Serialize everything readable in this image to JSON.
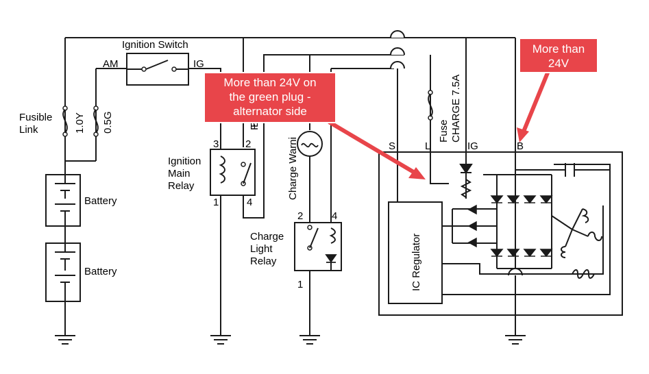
{
  "labels": {
    "ignition_switch": "Ignition Switch",
    "am": "AM",
    "ig_switch": "IG",
    "fusible_link_1": "Fusible",
    "fusible_link_2": "Link",
    "fuse_1_0y": "1.0Y",
    "fuse_0_5g": "0.5G",
    "battery_top": "Battery",
    "battery_bottom": "Battery",
    "ignition_main_relay_1": "Ignition",
    "ignition_main_relay_2": "Main",
    "ignition_main_relay_3": "Relay",
    "relay_pin_3": "3",
    "relay_pin_2": "2",
    "relay_pin_1": "1",
    "relay_pin_4": "4",
    "fuse_efi_partial_1": "Fu",
    "fuse_efi_partial_2": "E",
    "charge_warning_partial": "Charge Warni",
    "charge_light_relay_1": "Charge",
    "charge_light_relay_2": "Light",
    "charge_light_relay_3": "Relay",
    "clr_pin_2": "2",
    "clr_pin_4": "4",
    "clr_pin_1": "1",
    "fuse_label": "Fuse",
    "charge_fuse": "CHARGE 7.5A",
    "term_s": "S",
    "term_l": "L",
    "term_ig": "IG",
    "term_b": "B",
    "ic_regulator": "IC Regulator"
  },
  "callouts": {
    "green_plug_line1": "More than 24V on",
    "green_plug_line2": "the green plug -",
    "green_plug_line3": "alternator side",
    "b_line1": "More than",
    "b_line2": "24V"
  },
  "colors": {
    "callout_fill": "#e8454a",
    "callout_border": "#ffffff",
    "wire": "#1a1a1a"
  }
}
